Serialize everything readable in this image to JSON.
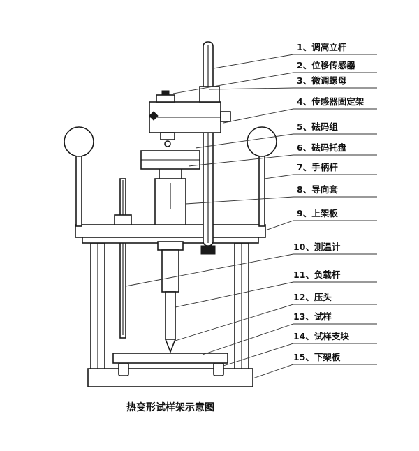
{
  "caption": "热变形试样架示意图",
  "labels": [
    {
      "num": "1",
      "sep": "、",
      "name": "调高立杆"
    },
    {
      "num": "2",
      "sep": "、",
      "name": "位移传感器"
    },
    {
      "num": "3",
      "sep": "、",
      "name": "微调螺母"
    },
    {
      "num": "4",
      "sep": "、",
      "name": "传感器固定架"
    },
    {
      "num": "5",
      "sep": "、",
      "name": "砝码组"
    },
    {
      "num": "6",
      "sep": "、",
      "name": "砝码托盘"
    },
    {
      "num": "7",
      "sep": "、",
      "name": "手柄杆"
    },
    {
      "num": "8",
      "sep": "、",
      "name": "导向套"
    },
    {
      "num": "9",
      "sep": "、",
      "name": "上架板"
    },
    {
      "num": "10",
      "sep": "、",
      "name": "测温计"
    },
    {
      "num": "11",
      "sep": "、",
      "name": "负载杆"
    },
    {
      "num": "12",
      "sep": "、",
      "name": "压头"
    },
    {
      "num": "13",
      "sep": "、",
      "name": "试样"
    },
    {
      "num": "14",
      "sep": "、",
      "name": "试样支块"
    },
    {
      "num": "15",
      "sep": "、",
      "name": "下架板"
    }
  ]
}
